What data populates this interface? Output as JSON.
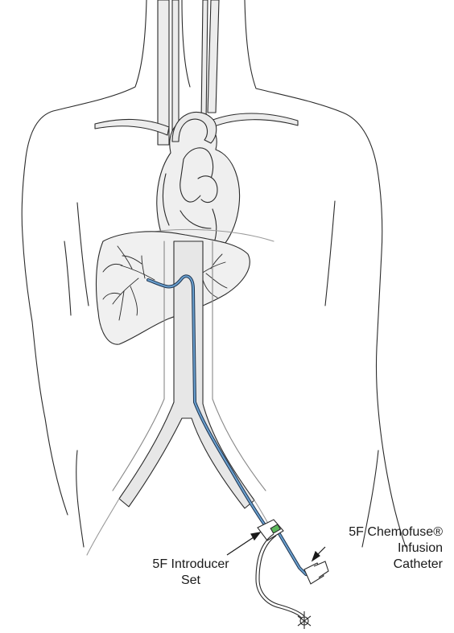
{
  "labels": {
    "catheter_line1": "5F Chemofuse®",
    "catheter_line2": "Infusion",
    "catheter_line3": "Catheter",
    "introducer_line1": "5F Introducer",
    "introducer_line2": "Set"
  },
  "colors": {
    "outline": "#2b2b2b",
    "vessel_fill": "#e6e6e6",
    "organ_fill": "#efefef",
    "catheter": "#3b6f9e",
    "catheter_dark": "#1f3550",
    "hub_green": "#5cb85c"
  }
}
